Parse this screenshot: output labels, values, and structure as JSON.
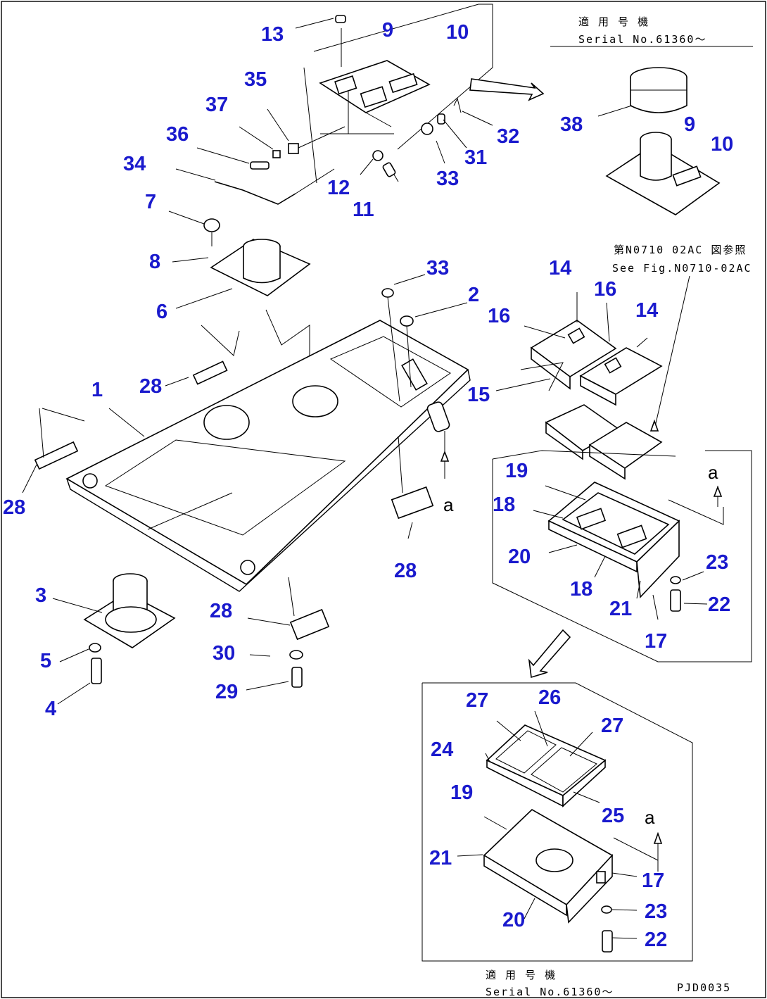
{
  "callouts": {
    "c1": "1",
    "c2": "2",
    "c3": "3",
    "c4": "4",
    "c5": "5",
    "c6": "6",
    "c7": "7",
    "c8": "8",
    "c9a": "9",
    "c9b": "9",
    "c10a": "10",
    "c10b": "10",
    "c11": "11",
    "c12": "12",
    "c13": "13",
    "c14a": "14",
    "c14b": "14",
    "c15": "15",
    "c16a": "16",
    "c16b": "16",
    "c17a": "17",
    "c17b": "17",
    "c18a": "18",
    "c18b": "18",
    "c19a": "19",
    "c19b": "19",
    "c20a": "20",
    "c20b": "20",
    "c21a": "21",
    "c21b": "21",
    "c22a": "22",
    "c22b": "22",
    "c23a": "23",
    "c23b": "23",
    "c24": "24",
    "c25": "25",
    "c26": "26",
    "c27a": "27",
    "c27b": "27",
    "c28a": "28",
    "c28b": "28",
    "c28c": "28",
    "c28d": "28",
    "c29": "29",
    "c30": "30",
    "c31": "31",
    "c32": "32",
    "c33a": "33",
    "c33b": "33",
    "c34": "34",
    "c35": "35",
    "c36": "36",
    "c37": "37",
    "c38": "38"
  },
  "notes": {
    "top_right_jp": "適 用 号 機",
    "top_right_serial": "Serial No.61360～",
    "ref_jp": "第N0710 02AC 図参照",
    "ref_en": "See Fig.N0710-02AC",
    "bottom_jp": "適 用 号 機",
    "bottom_serial": "Serial No.61360～",
    "figure_code": "PJD0035"
  },
  "view_markers": {
    "a1": "a",
    "a2": "a",
    "a3": "a"
  }
}
